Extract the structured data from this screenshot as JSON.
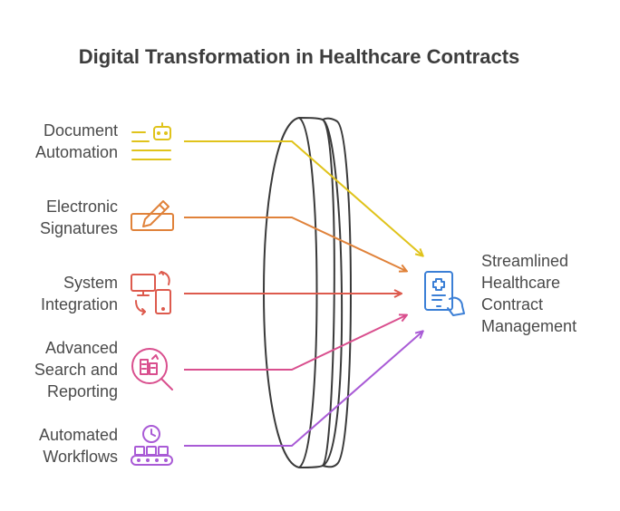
{
  "title": "Digital Transformation in Healthcare Contracts",
  "inputs": [
    {
      "label": "Document\nAutomation",
      "icon": "robot-document-icon",
      "color": "#e0c31b"
    },
    {
      "label": "Electronic\nSignatures",
      "icon": "pen-signature-icon",
      "color": "#e0823a"
    },
    {
      "label": "System\nIntegration",
      "icon": "devices-sync-icon",
      "color": "#dd5a4d"
    },
    {
      "label": "Advanced\nSearch and\nReporting",
      "icon": "search-report-icon",
      "color": "#d94f8e"
    },
    {
      "label": "Automated\nWorkflows",
      "icon": "clock-conveyor-icon",
      "color": "#a95bd6"
    }
  ],
  "output": {
    "label": "Streamlined\nHealthcare\nContract\nManagement",
    "icon": "medical-tablet-icon",
    "color": "#3b7fd6"
  }
}
